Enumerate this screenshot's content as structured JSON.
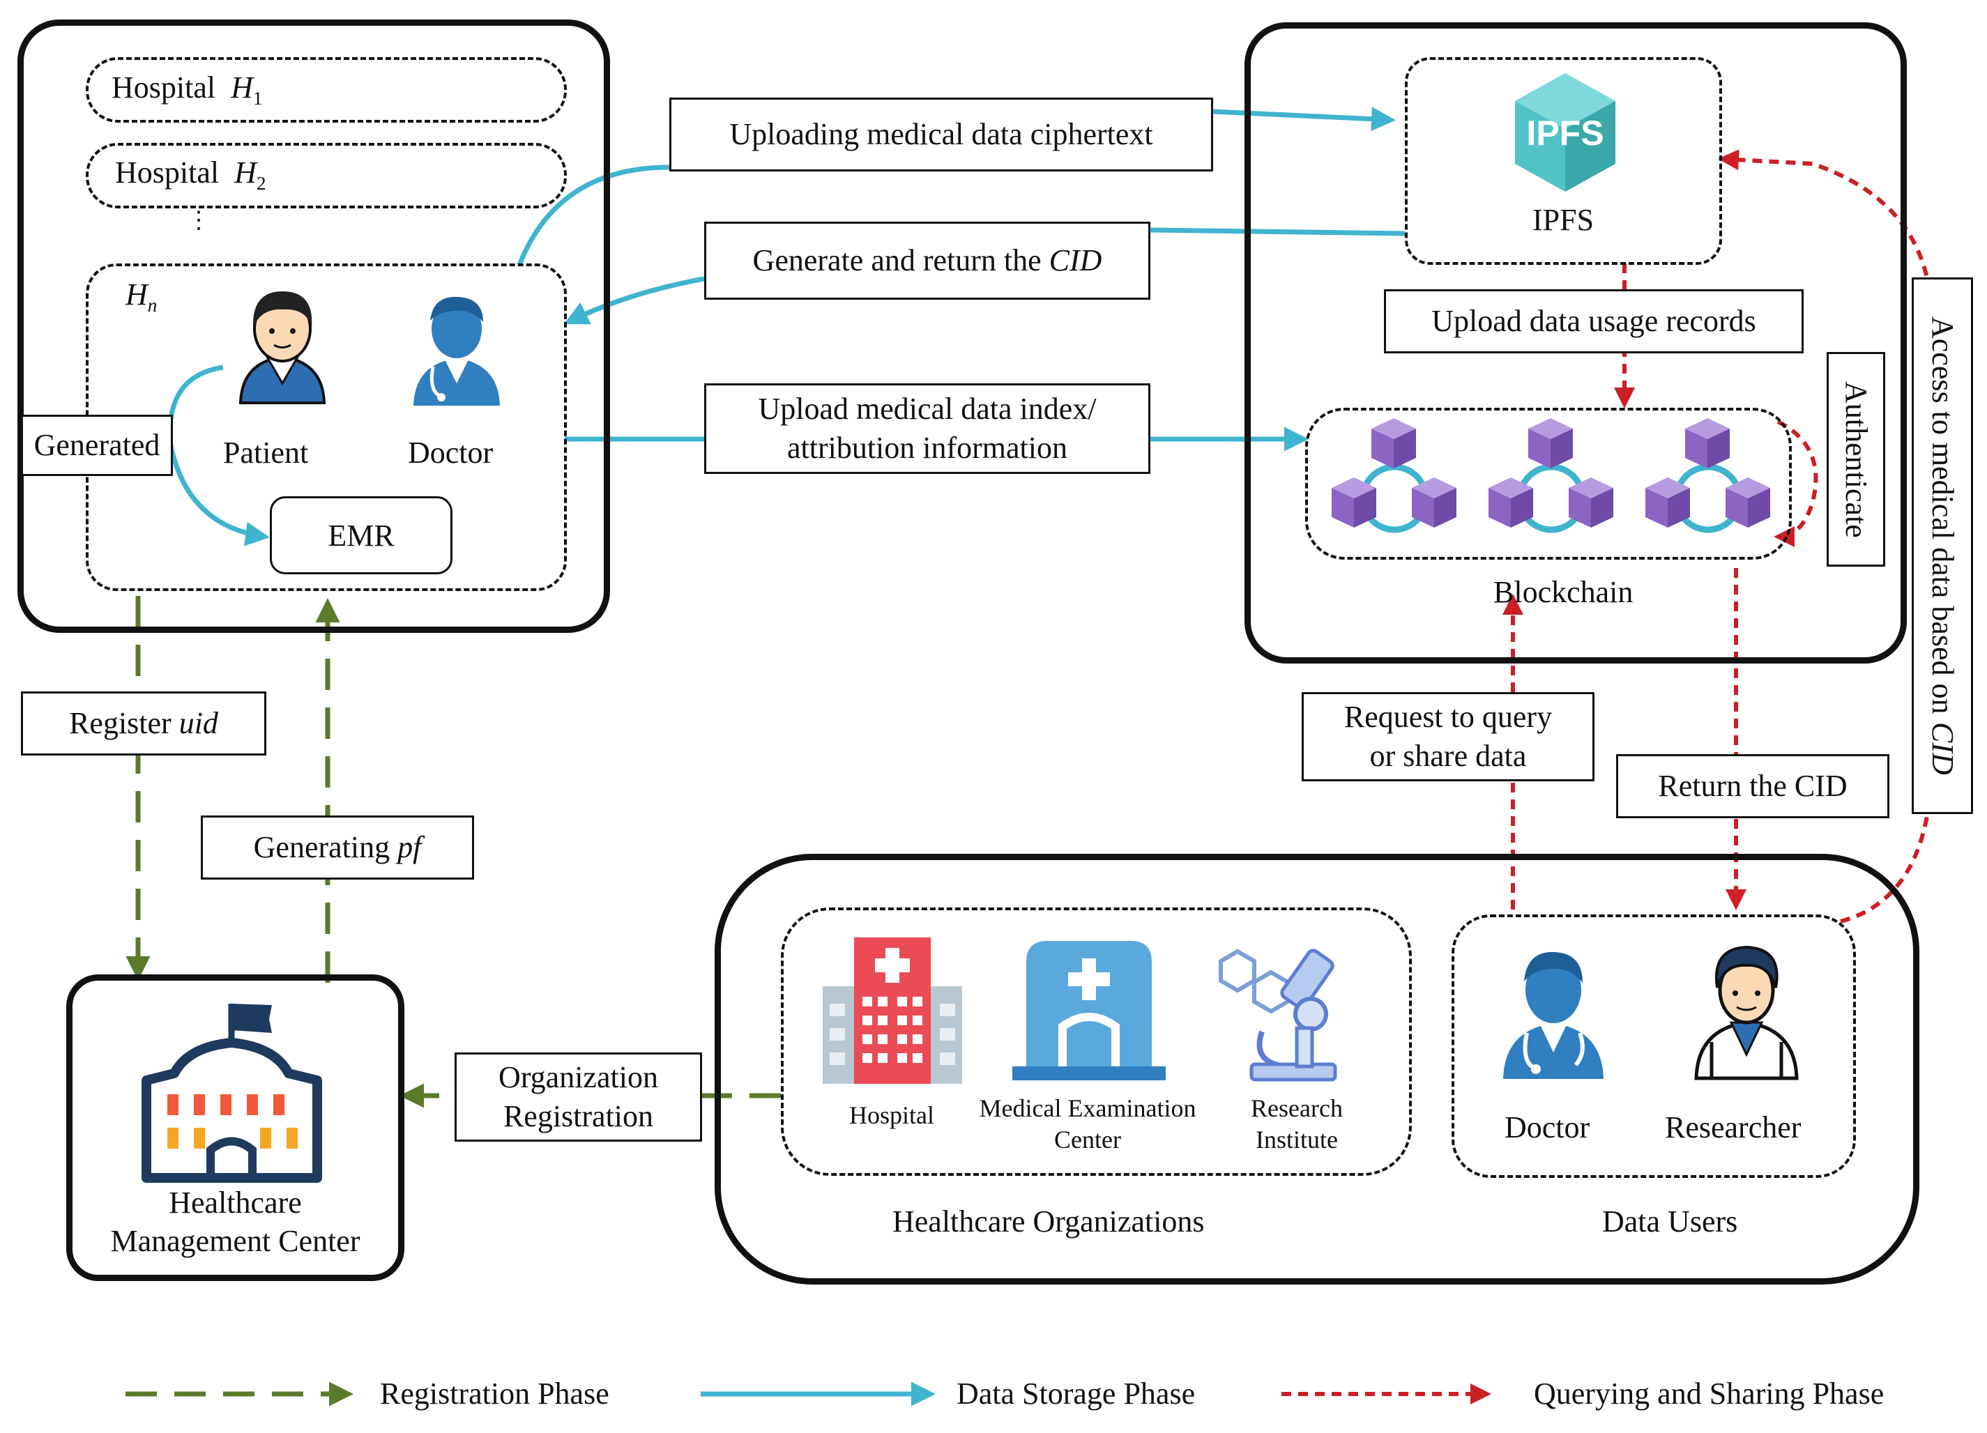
{
  "hospital_group": {
    "hospital1_label": "Hospital",
    "hospital1_var": "H",
    "hospital1_sub": "1",
    "hospital2_label": "Hospital",
    "hospital2_var": "H",
    "hospital2_sub": "2",
    "ellipsis": "⋮",
    "hn_var": "H",
    "hn_sub": "n",
    "patient": "Patient",
    "doctor": "Doctor",
    "generated": "Generated",
    "emr": "EMR"
  },
  "storage": {
    "ipfs_logo": "IPFS",
    "ipfs": "IPFS",
    "upload_usage": "Upload data usage records",
    "blockchain": "Blockchain",
    "authenticate": "Authenticate"
  },
  "flows": {
    "uploading_cipher": "Uploading medical data ciphertext",
    "generate_cid_prefix": "Generate and return the",
    "generate_cid_var": "CID",
    "upload_index_line1": "Upload medical data index/",
    "upload_index_line2": "attribution information",
    "access_prefix": "Access to medical data based on",
    "access_var": "CID",
    "request_line1": "Request to query",
    "request_line2": "or share data",
    "return_cid": "Return the CID",
    "register_prefix": "Register",
    "register_var": "uid",
    "generating_prefix": "Generating",
    "generating_var": "pf",
    "org_reg_line1": "Organization",
    "org_reg_line2": "Registration"
  },
  "hmc": {
    "line1": "Healthcare",
    "line2": "Management Center"
  },
  "organizations": {
    "hospital": "Hospital",
    "mec_line1": "Medical Examination",
    "mec_line2": "Center",
    "ri_line1": "Research",
    "ri_line2": "Institute",
    "group_label": "Healthcare Organizations"
  },
  "data_users": {
    "doctor": "Doctor",
    "researcher": "Researcher",
    "group_label": "Data Users"
  },
  "legend": {
    "registration": "Registration Phase",
    "storage": "Data Storage Phase",
    "querying": "Querying and Sharing Phase"
  },
  "colors": {
    "registration": "#5b7a2b",
    "storage": "#3fb4cf",
    "querying": "#cc1f25",
    "ipfs_teal": "#4fc3c6",
    "blockchain_purple": "#8b64c4"
  }
}
